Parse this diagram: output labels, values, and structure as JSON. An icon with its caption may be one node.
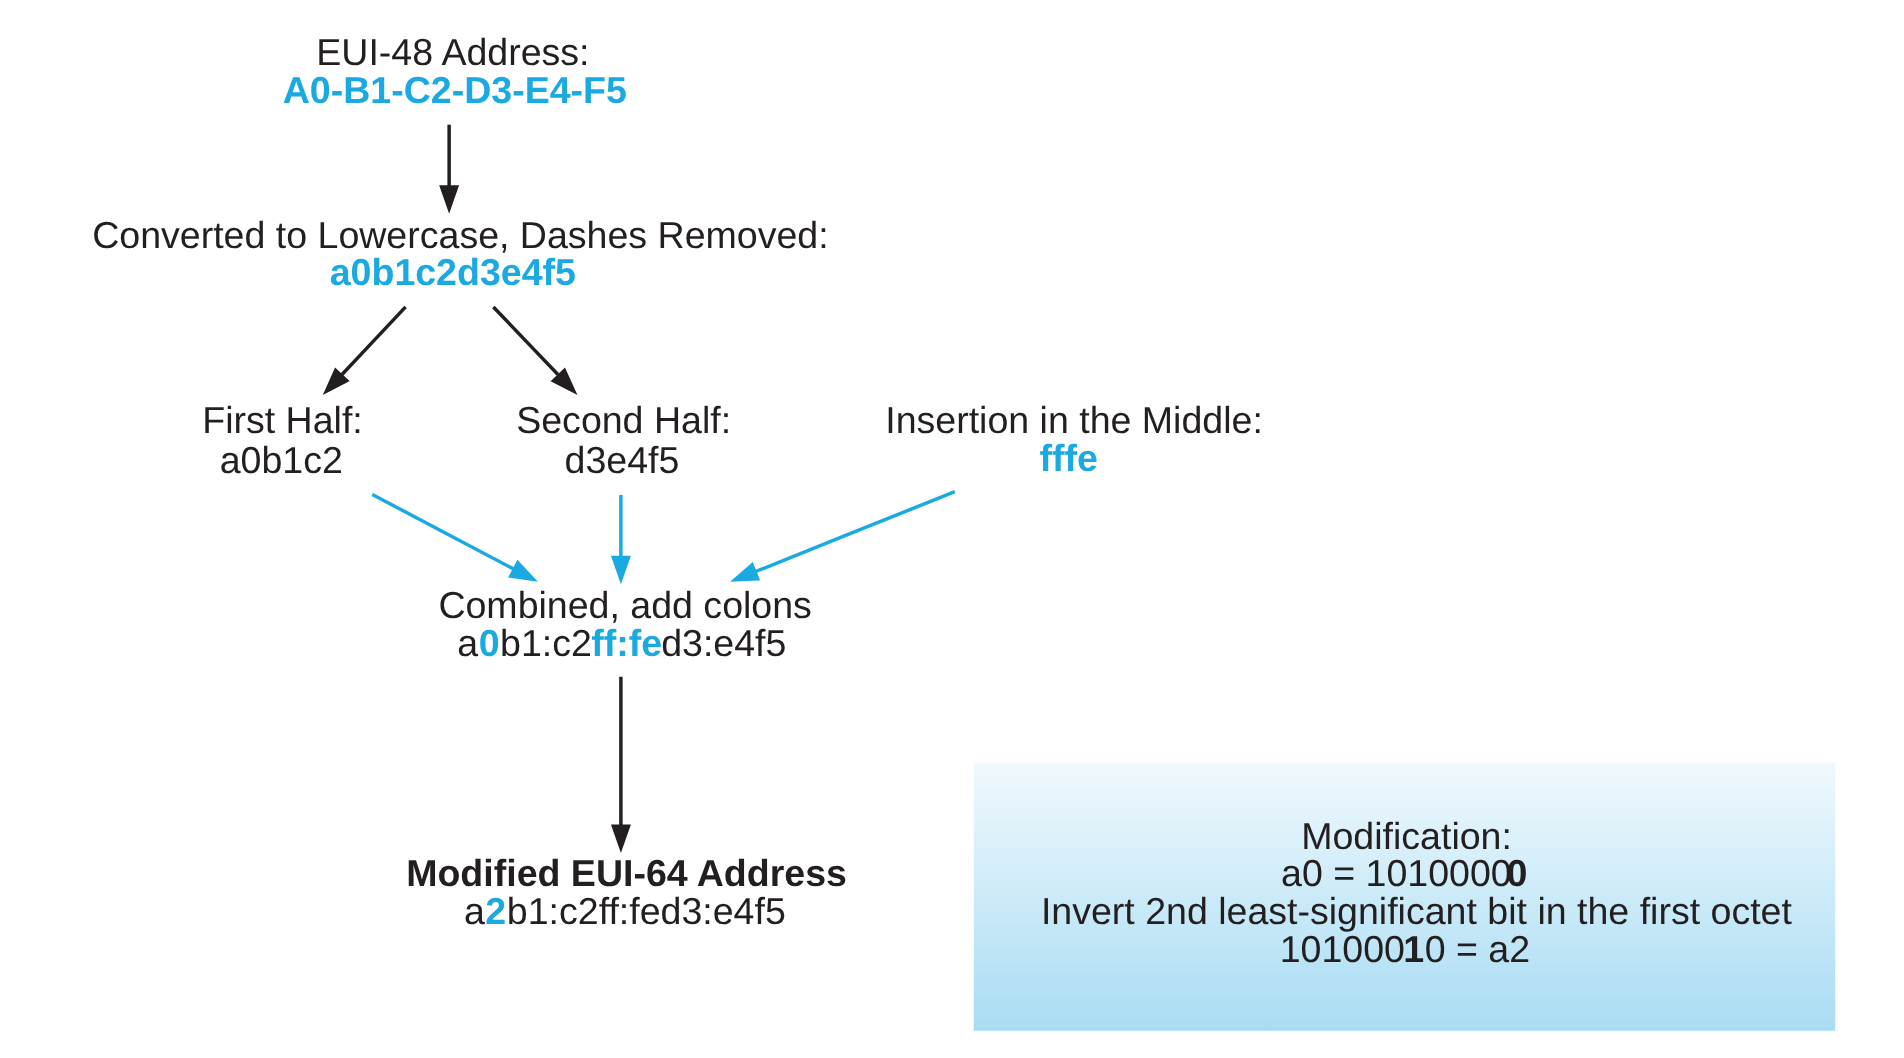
{
  "diagram": {
    "nodes": [
      {
        "text": [
          "EUI-48 Address:",
          "**A0-B1-C2-D3-E4-F5**"
        ]
      },
      {
        "text": [
          "Converted to Lowercase, Dashes Removed:",
          "**a0b1c2d3e4f5**"
        ]
      },
      {
        "text": [
          "First Half:",
          "a0b1c2"
        ]
      },
      {
        "text": [
          "Insertion in the Middle:",
          "**fffe**"
        ]
      },
      {
        "text": [
          "Second Half:",
          "d3e4f5"
        ]
      },
      {
        "text": [
          "Combined, add colons",
          "a**0**b1:c2**ff:fe**d3:e4f5"
        ]
      },
      {
        "text": [
          "Modified EUI-64 Address",
          "a**2**b1:c2ff:fed3:e4f5"
        ]
      },
      {
        "text": [
          "Modification:",
          "a0 = 1010000**0**",
          "Invert 2nd least-significant bit in the first octet",
          "101000**1**0 = a2"
        ]
      }
    ],
    "edges": [
      {
        "from": 0,
        "to": 1,
        "arrow": "to"
      },
      {
        "from": 1,
        "to": 2,
        "arrow": "to"
      },
      {
        "from": 1,
        "to": 4,
        "arrow": "to"
      },
      {
        "from": 2,
        "to": 5,
        "arrow": "to",
        "color": "#1ba9e1"
      },
      {
        "from": 3,
        "to": 5,
        "arrow": "to",
        "color": "#1ba9e1"
      },
      {
        "from": 4,
        "to": 5,
        "arrow": "to",
        "color": "#1ba9e1"
      },
      {
        "from": 5,
        "to": 6,
        "arrow": "to"
      }
    ]
  }
}
